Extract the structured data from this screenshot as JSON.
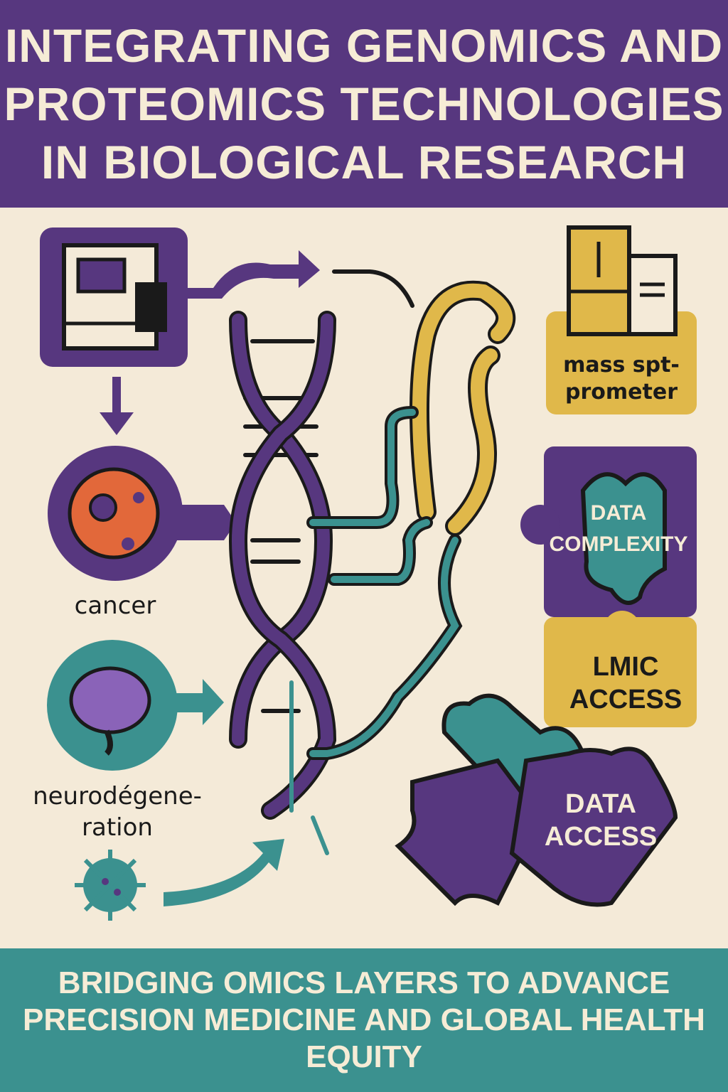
{
  "header": {
    "title_lines": [
      "INTEGRATING GENOMICS AND",
      "PROTEOMICS TECHNOLOGIES",
      "IN BIOLOGICAL RESEARCH"
    ]
  },
  "labels": {
    "mass_spec": [
      "mass spt-",
      "prometer"
    ],
    "data_complexity": [
      "DATA",
      "COMPLEXITY"
    ],
    "lmic_access": [
      "LMIC",
      "ACCESS"
    ],
    "data_access": [
      "DATA",
      "ACCESS"
    ],
    "cancer": "cancer",
    "neuro": [
      "neurodégene-",
      "ration"
    ]
  },
  "footer": {
    "lines": [
      "BRIDGING OMICS LAYERS TO ADVANCE",
      "PRECISION MEDICINE AND GLOBAL HEALTH EQUITY"
    ]
  },
  "colors": {
    "purple": "#57377f",
    "teal": "#3b918f",
    "gold": "#e0b84a",
    "orange": "#e2683a",
    "cream": "#f4ead8",
    "ink": "#1a1a1a"
  }
}
